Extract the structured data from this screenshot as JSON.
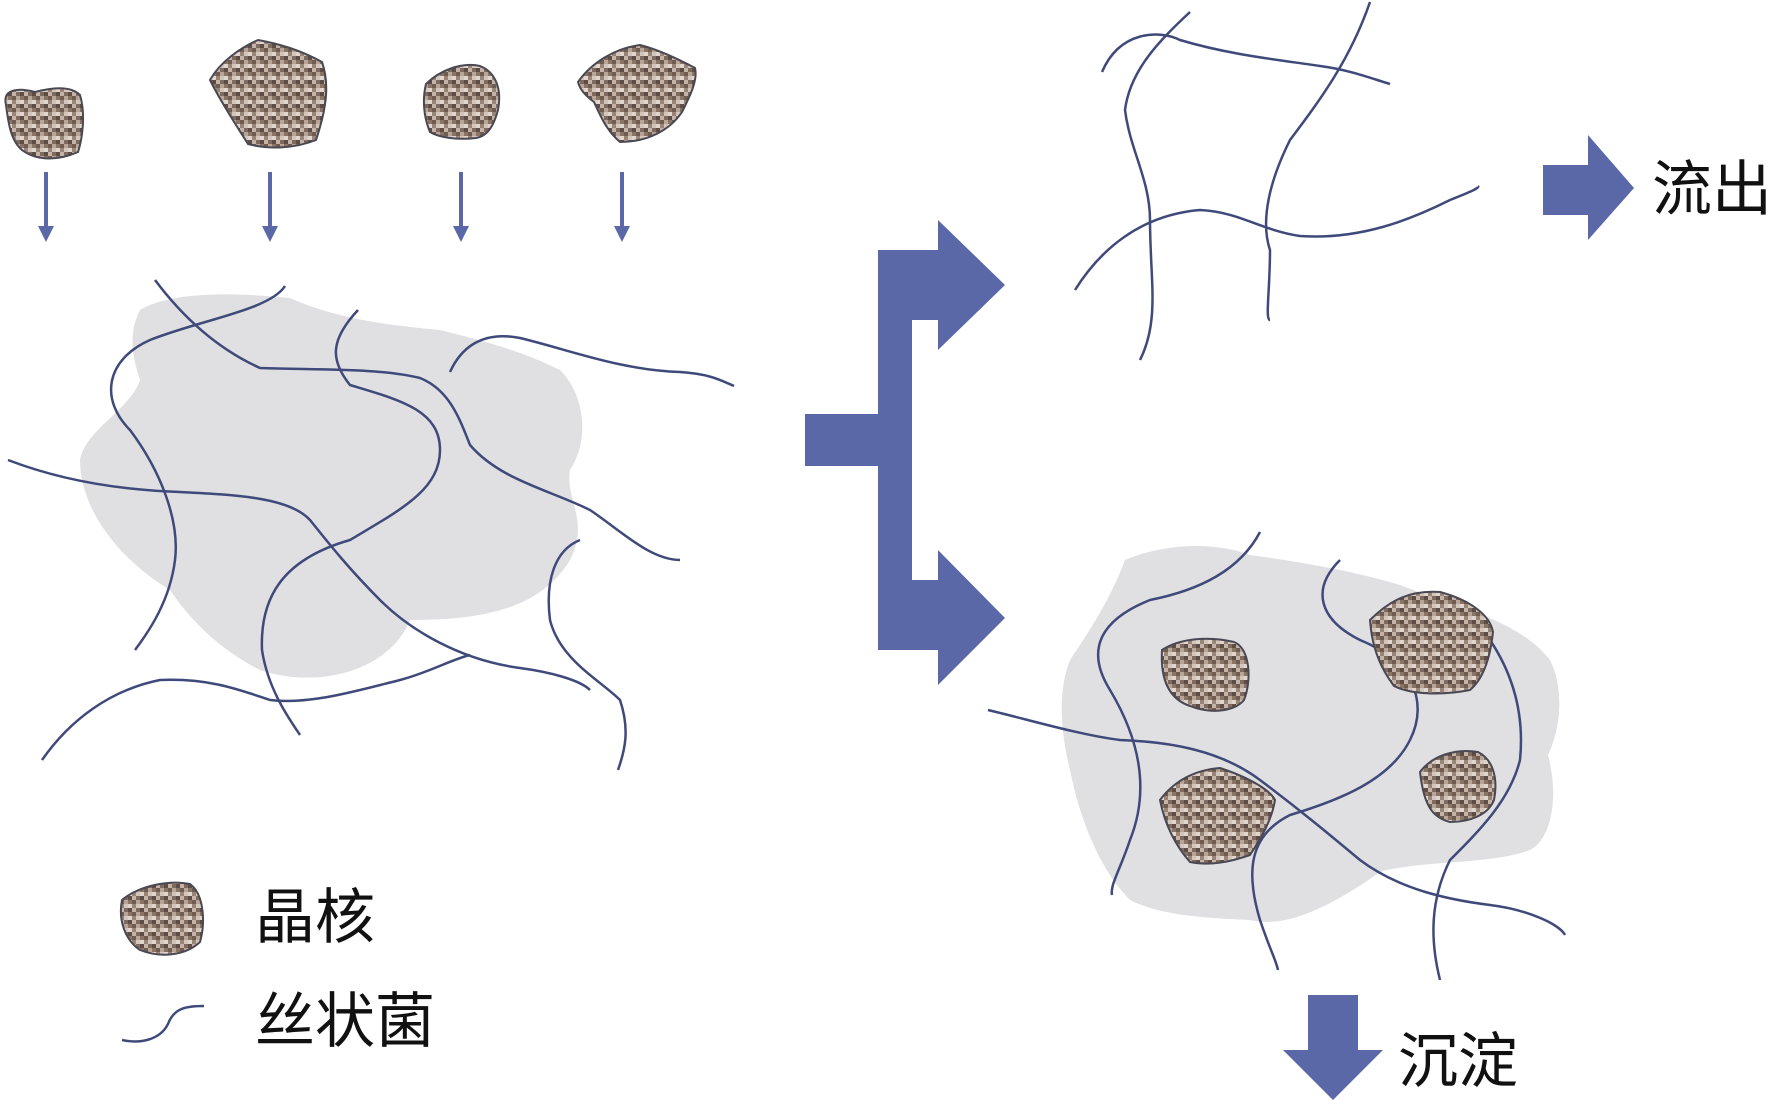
{
  "labels": {
    "outflow": "流出",
    "sediment": "沉淀",
    "legend_nucleus": "晶核",
    "legend_filament": "丝状菌"
  },
  "colors": {
    "arrow": "#5a68a8",
    "filament": "#3f4a7a",
    "floc": "#e0e0e2",
    "nucleus_base": "#a89284",
    "nucleus_edge": "#4a4852",
    "text": "#111111"
  },
  "icons": {
    "nucleus": "crystal-nucleus-icon",
    "filament": "filament-icon"
  }
}
